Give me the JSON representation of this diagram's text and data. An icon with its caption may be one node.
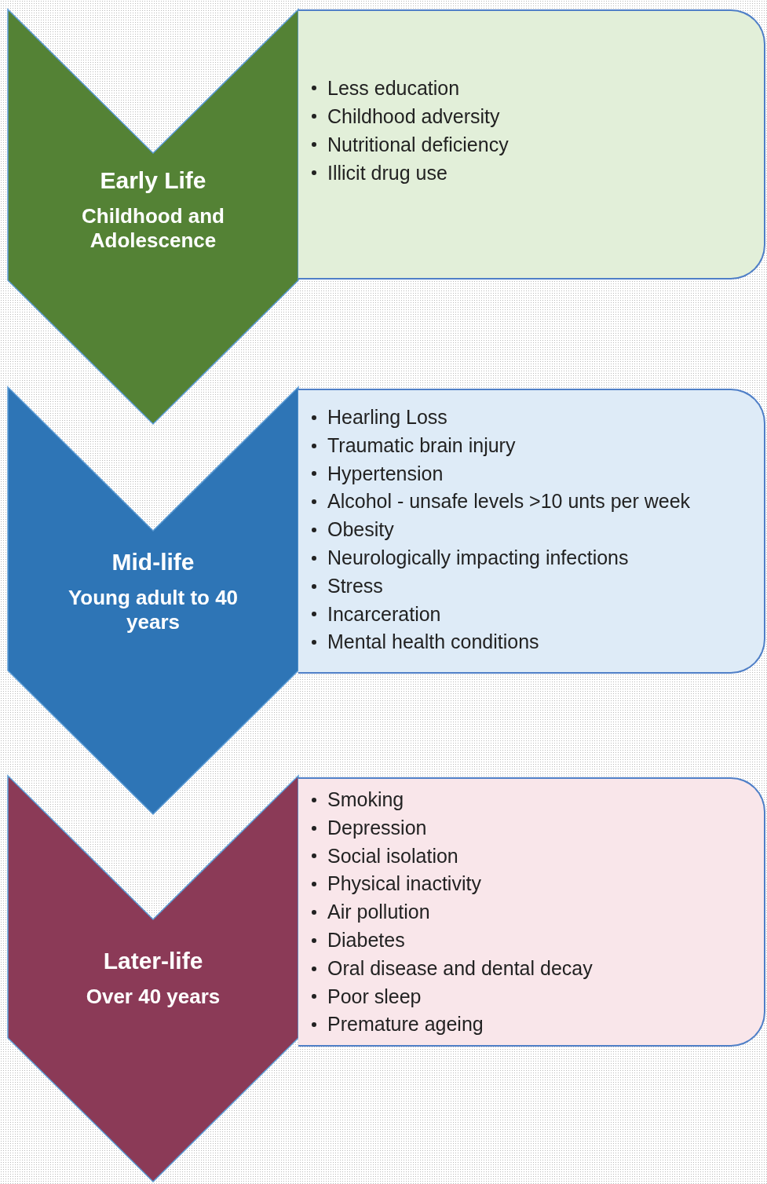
{
  "diagram": {
    "nodes": [
      {
        "text": [
          "Early Life",
          "Childhood and Adolescence"
        ]
      },
      {
        "text": [
          "Less education",
          "Childhood adversity",
          "Nutritional deficiency",
          "Illicit drug use"
        ]
      },
      {
        "text": [
          "Mid-life",
          "Young adult to 40 years"
        ]
      },
      {
        "text": [
          "Hearling Loss",
          "Traumatic brain injury",
          "Hypertension",
          "Alcohol - unsafe levels >10 unts per week",
          "Obesity",
          "Neurologically impacting infections",
          "Stress",
          "Incarceration",
          "Mental health conditions"
        ]
      },
      {
        "text": [
          "Later-life",
          "Over 40 years"
        ]
      },
      {
        "text": [
          "Smoking",
          "Depression",
          "Social isolation",
          "Physical inactivity",
          "Air pollution",
          "Diabetes",
          "Oral disease and dental decay",
          "Poor sleep",
          "Premature ageing"
        ]
      }
    ]
  }
}
